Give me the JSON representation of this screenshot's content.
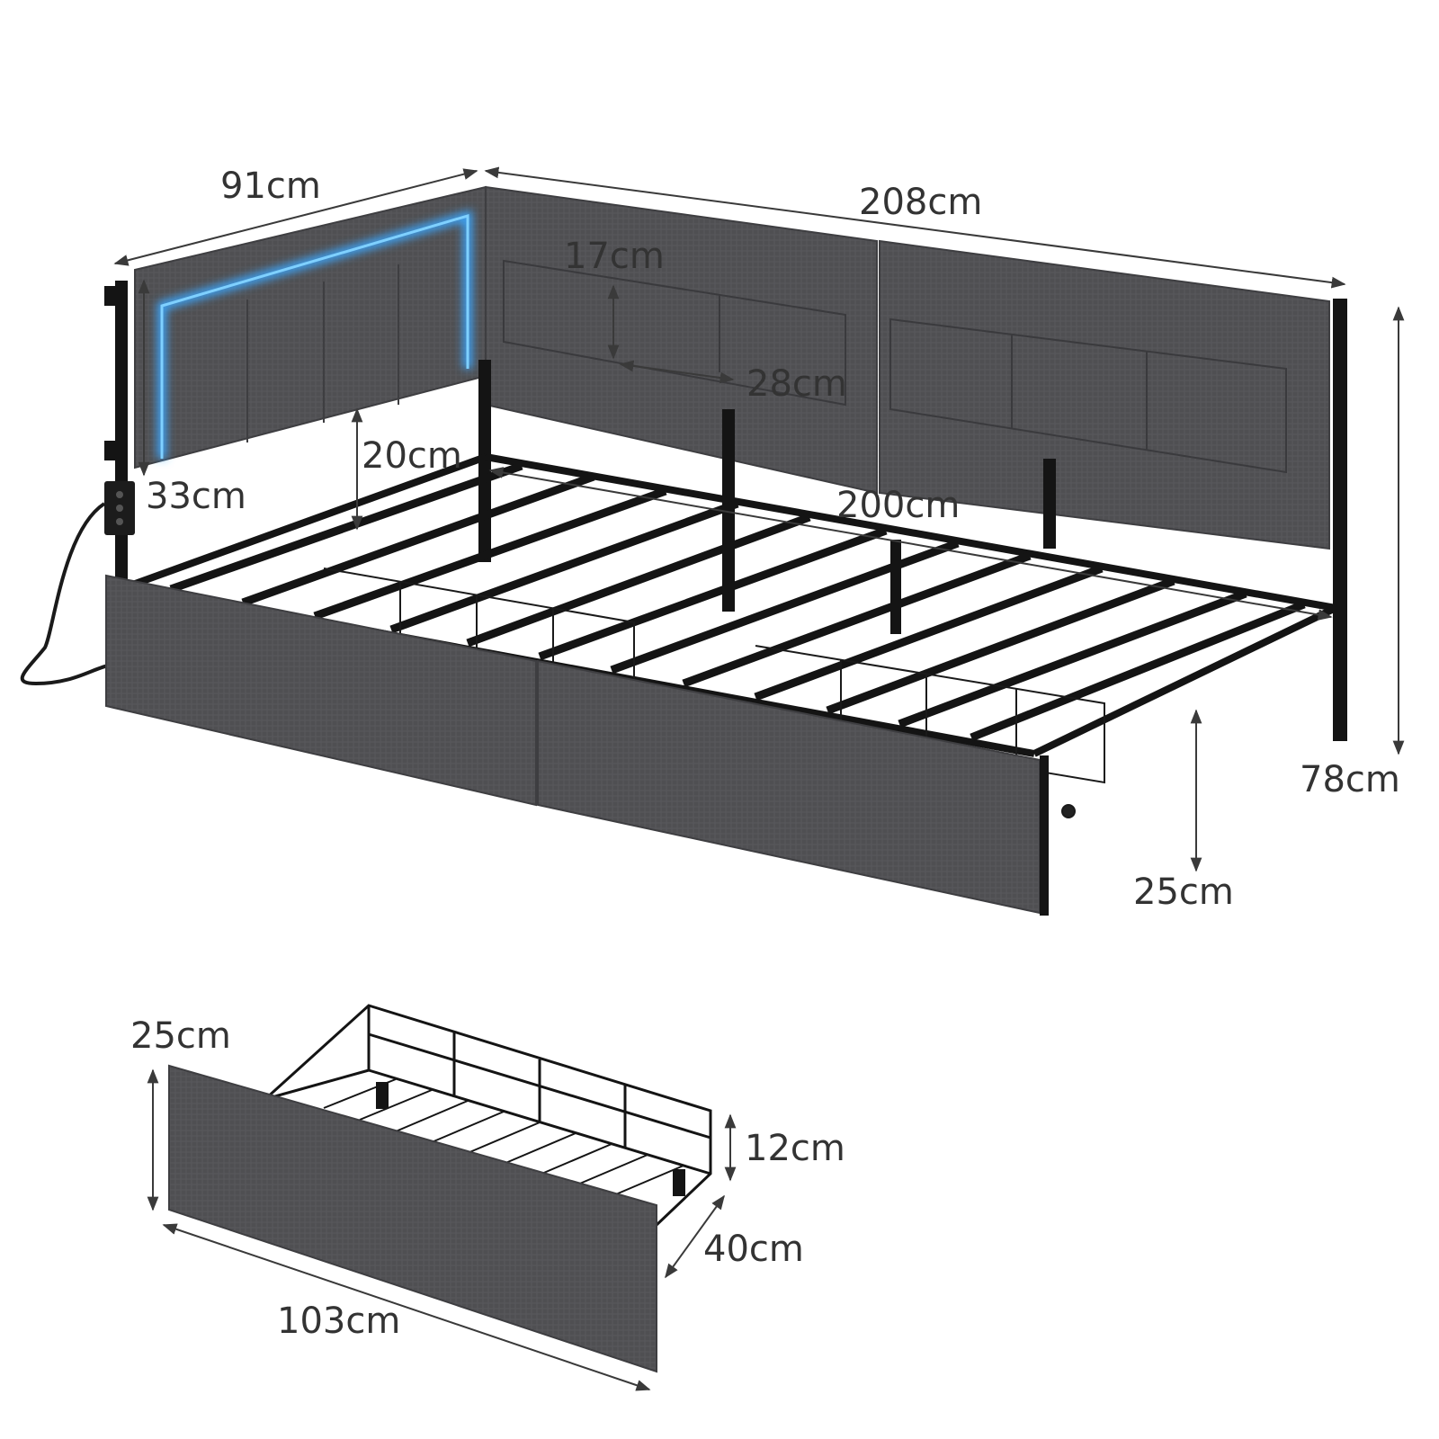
{
  "colors": {
    "fabric": "#4f4f52",
    "fabric_light": "#5c5c60",
    "fabric_dark": "#3e3e41",
    "metal": "#141414",
    "led": "#3aa7ff",
    "dimension": "#333333"
  },
  "dimensions": {
    "side_length": "91cm",
    "back_length": "208cm",
    "pocket_height": "17cm",
    "pocket_width": "28cm",
    "headboard_clearance": "20cm",
    "side_panel_height": "33cm",
    "inner_length": "200cm",
    "total_height": "78cm",
    "under_bed_clearance": "25cm"
  },
  "drawer": {
    "front_height": "25cm",
    "basket_height": "12cm",
    "depth": "40cm",
    "length": "103cm"
  }
}
